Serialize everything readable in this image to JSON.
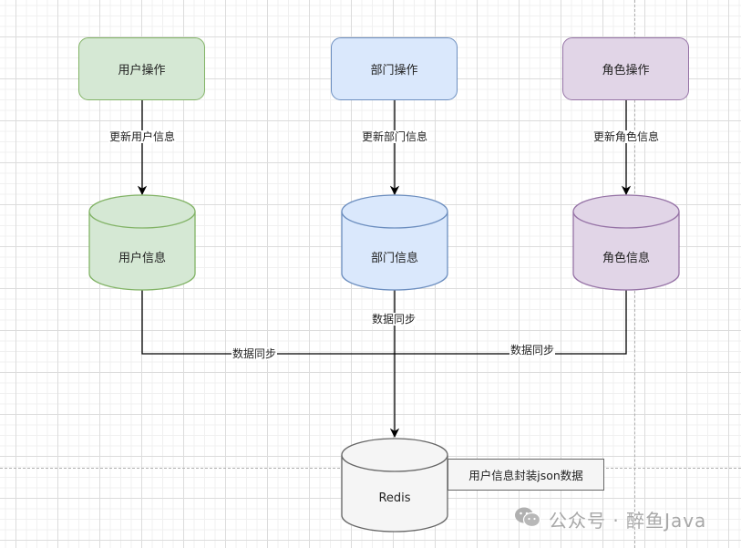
{
  "diagram": {
    "columns": [
      {
        "id": "user",
        "process_label": "用户操作",
        "edge_label": "更新用户信息",
        "store_label": "用户信息",
        "sync_label": "数据同步",
        "fill": "#d5e8d4",
        "stroke": "#82b366"
      },
      {
        "id": "dept",
        "process_label": "部门操作",
        "edge_label": "更新部门信息",
        "store_label": "部门信息",
        "sync_label": "数据同步",
        "fill": "#dae8fc",
        "stroke": "#6c8ebf"
      },
      {
        "id": "role",
        "process_label": "角色操作",
        "edge_label": "更新角色信息",
        "store_label": "角色信息",
        "sync_label": "数据同步",
        "fill": "#e1d5e7",
        "stroke": "#9673a6"
      }
    ],
    "target": {
      "label": "Redis",
      "fill": "#f5f5f5",
      "stroke": "#666666",
      "note": "用户信息封装json数据"
    }
  },
  "watermark": {
    "icon": "wechat-icon",
    "text": "公众号 · 醉鱼Java"
  }
}
